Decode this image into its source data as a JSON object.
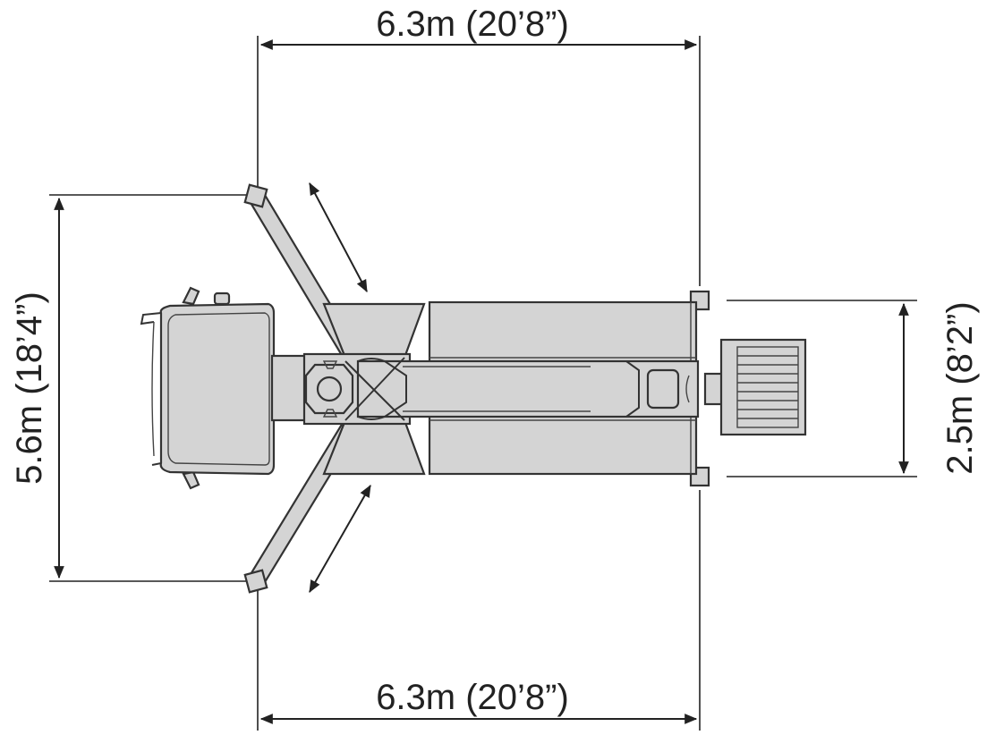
{
  "dimensions": {
    "top_width": "6.3m (20’8”)",
    "bottom_width": "6.3m (20’8”)",
    "left_height": "5.6m (18’4”)",
    "right_height": "2.5m (8’2”)"
  },
  "colors": {
    "line": "#222222",
    "fill": "#d4d4d4",
    "background": "#ffffff"
  }
}
